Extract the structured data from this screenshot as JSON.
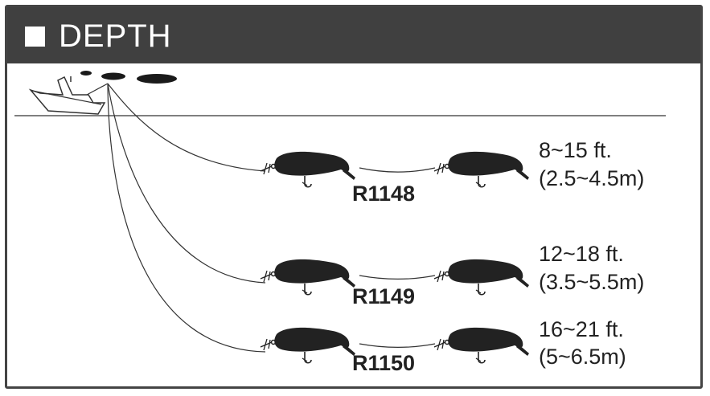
{
  "header": {
    "title": "DEPTH"
  },
  "lures": [
    {
      "model": "R1148",
      "depth_ft": "8~15 ft.",
      "depth_m": "(2.5~4.5m)"
    },
    {
      "model": "R1149",
      "depth_ft": "12~18 ft.",
      "depth_m": "(3.5~5.5m)"
    },
    {
      "model": "R1150",
      "depth_ft": "16~21 ft.",
      "depth_m": "(5~6.5m)"
    }
  ],
  "colors": {
    "header_bg": "#404040",
    "ink": "#222222",
    "frame": "#444444"
  },
  "icons": [
    "boat-icon",
    "lure-icon"
  ]
}
